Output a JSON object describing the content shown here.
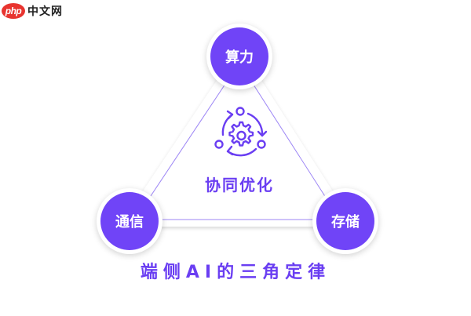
{
  "logo": {
    "badge": "php",
    "text": "中文网",
    "badge_color": "#e8342f"
  },
  "diagram": {
    "nodes": [
      {
        "id": "top",
        "label": "算力"
      },
      {
        "id": "left",
        "label": "通信"
      },
      {
        "id": "right",
        "label": "存储"
      }
    ],
    "center": {
      "icon": "gear-cycle-icon",
      "label": "协同优化"
    },
    "title": "端侧AI的三角定律"
  },
  "colors": {
    "accent": "#7044f7",
    "line": "#9d86f5",
    "text_accent": "#6a3ef2"
  }
}
